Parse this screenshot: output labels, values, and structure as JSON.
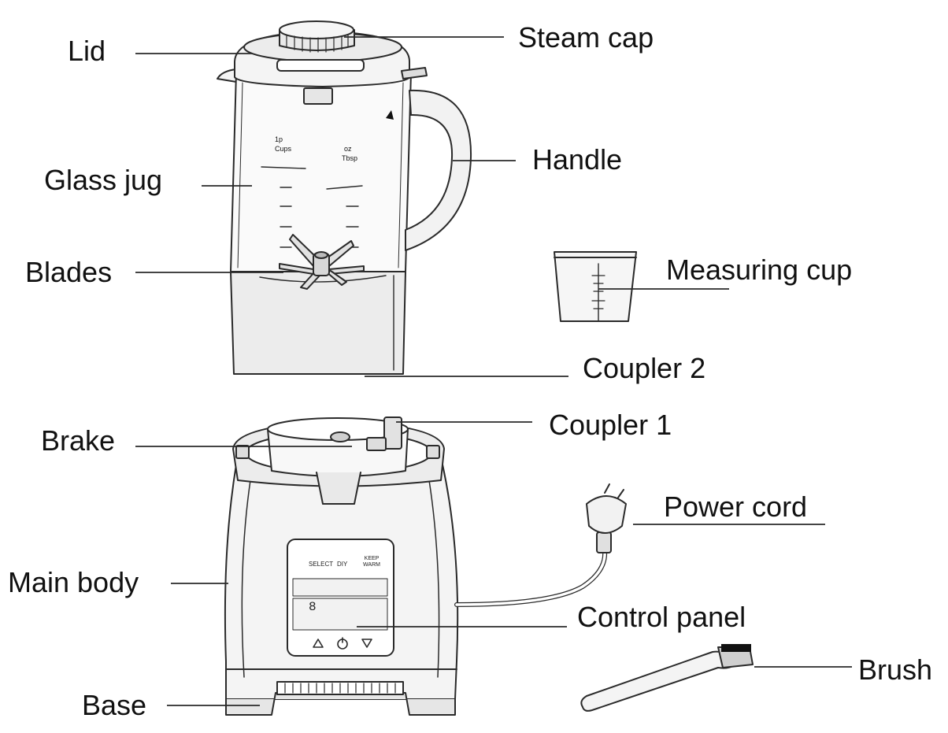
{
  "diagram": {
    "labels": {
      "lid": "Lid",
      "steam_cap": "Steam cap",
      "handle": "Handle",
      "glass_jug": "Glass jug",
      "blades": "Blades",
      "measuring_cup": "Measuring cup",
      "coupler_2": "Coupler 2",
      "coupler_1": "Coupler 1",
      "brake": "Brake",
      "power_cord": "Power cord",
      "main_body": "Main body",
      "control_panel": "Control panel",
      "brush": "Brush",
      "base": "Base"
    },
    "panel": {
      "select": "SELECT",
      "diy": "DIY",
      "keep_warm": "KEEP WARM",
      "display_digit": "8"
    },
    "colors": {
      "ink": "#111111",
      "line": "#2a2a2a",
      "fill_light": "#f4f4f4",
      "fill_mid": "#e6e6e6",
      "fill_dark": "#cfcfcf"
    }
  }
}
